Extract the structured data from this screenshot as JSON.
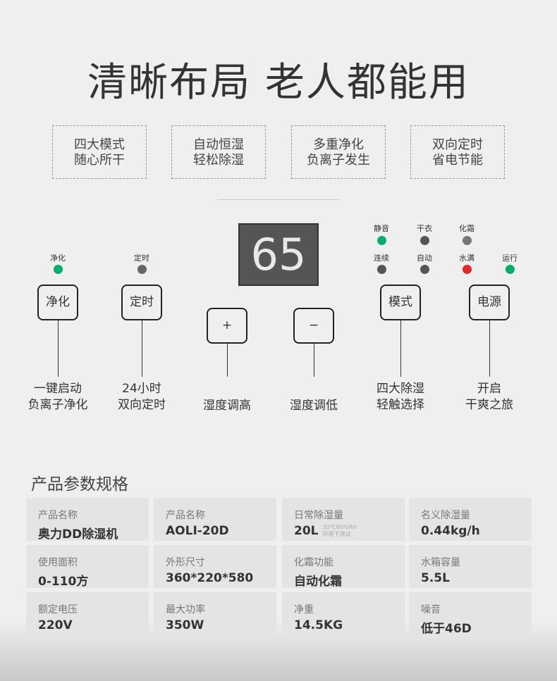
{
  "title": "清晰布局 老人都能用",
  "features": [
    [
      "四大模式",
      "随心所干"
    ],
    [
      "自动恒湿",
      "轻松除湿"
    ],
    [
      "多重净化",
      "负离子发生"
    ],
    [
      "双向定时",
      "省电节能"
    ]
  ],
  "display_value": "65",
  "indicators": [
    {
      "label": "净化",
      "color": "#00b06a"
    },
    {
      "label": "定时",
      "color": "#666666"
    },
    {
      "label": "静音",
      "color": "#00b06a"
    },
    {
      "label": "干衣",
      "color": "#555555"
    },
    {
      "label": "化霜",
      "color": "#777777"
    },
    {
      "label": "连续",
      "color": "#555555"
    },
    {
      "label": "自动",
      "color": "#555555"
    },
    {
      "label": "水满",
      "color": "#e8262a"
    },
    {
      "label": "运行",
      "color": "#00b06a"
    }
  ],
  "buttons": [
    {
      "label": "净化",
      "caption": [
        "一键启动",
        "负离子净化"
      ]
    },
    {
      "label": "定时",
      "caption": [
        "24小时",
        "双向定时"
      ]
    },
    {
      "label": "+",
      "caption": [
        "湿度调高"
      ]
    },
    {
      "label": "−",
      "caption": [
        "湿度调低"
      ]
    },
    {
      "label": "模式",
      "caption": [
        "四大除湿",
        "轻触选择"
      ]
    },
    {
      "label": "电源",
      "caption": [
        "开启",
        "干爽之旅"
      ]
    }
  ],
  "spec_title": "产品参数规格",
  "specs": [
    {
      "k": "产品名称",
      "v": "奥力DD除湿机"
    },
    {
      "k": "产品名称",
      "v": "AOLI-20D"
    },
    {
      "k": "日常除湿量",
      "v": "20L",
      "note": [
        "30℃80%RH",
        "环境下测试"
      ]
    },
    {
      "k": "名义除湿量",
      "v": "0.44kg/h"
    },
    {
      "k": "使用面积",
      "v": "0-110方"
    },
    {
      "k": "外形尺寸",
      "v": "360*220*580"
    },
    {
      "k": "化霜功能",
      "v": "自动化霜"
    },
    {
      "k": "水箱容量",
      "v": "5.5L"
    },
    {
      "k": "额定电压",
      "v": "220V"
    },
    {
      "k": "最大功率",
      "v": "350W"
    },
    {
      "k": "净重",
      "v": "14.5KG"
    },
    {
      "k": "噪音",
      "v": "低于46D"
    }
  ]
}
